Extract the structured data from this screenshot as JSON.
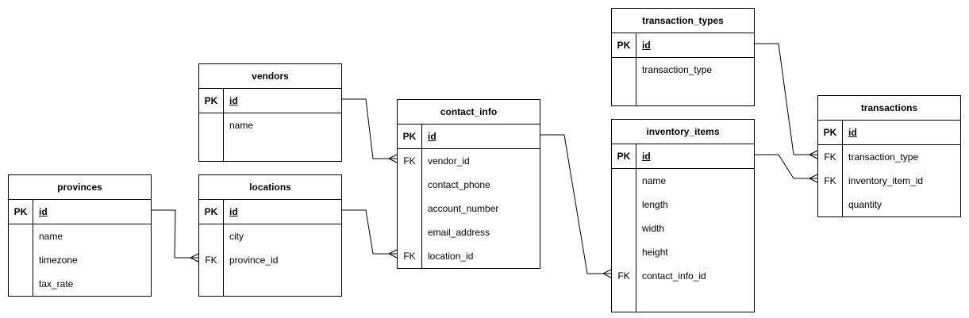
{
  "entities": [
    {
      "id": "provinces",
      "title": "provinces",
      "rows": [
        {
          "key": "PK",
          "name": "id",
          "pk": true
        },
        {
          "key": "",
          "name": "name"
        },
        {
          "key": "",
          "name": "timezone"
        },
        {
          "key": "",
          "name": "tax_rate"
        }
      ]
    },
    {
      "id": "locations",
      "title": "locations",
      "rows": [
        {
          "key": "PK",
          "name": "id",
          "pk": true
        },
        {
          "key": "",
          "name": "city"
        },
        {
          "key": "FK",
          "name": "province_id"
        },
        {
          "key": "",
          "name": ""
        }
      ]
    },
    {
      "id": "vendors",
      "title": "vendors",
      "rows": [
        {
          "key": "PK",
          "name": "id",
          "pk": true
        },
        {
          "key": "",
          "name": "name"
        },
        {
          "key": "",
          "name": ""
        }
      ]
    },
    {
      "id": "contact_info",
      "title": "contact_info",
      "rows": [
        {
          "key": "PK",
          "name": "id",
          "pk": true
        },
        {
          "key": "FK",
          "name": "vendor_id"
        },
        {
          "key": "",
          "name": "contact_phone"
        },
        {
          "key": "",
          "name": "account_number"
        },
        {
          "key": "",
          "name": "email_address"
        },
        {
          "key": "FK",
          "name": "location_id"
        }
      ]
    },
    {
      "id": "transaction_types",
      "title": "transaction_types",
      "rows": [
        {
          "key": "PK",
          "name": "id",
          "pk": true
        },
        {
          "key": "",
          "name": "transaction_type"
        },
        {
          "key": "",
          "name": ""
        }
      ]
    },
    {
      "id": "inventory_items",
      "title": "inventory_items",
      "rows": [
        {
          "key": "PK",
          "name": "id",
          "pk": true
        },
        {
          "key": "",
          "name": "name"
        },
        {
          "key": "",
          "name": "length"
        },
        {
          "key": "",
          "name": "width"
        },
        {
          "key": "",
          "name": "height"
        },
        {
          "key": "FK",
          "name": "contact_info_id"
        },
        {
          "key": "",
          "name": ""
        }
      ]
    },
    {
      "id": "transactions",
      "title": "transactions",
      "rows": [
        {
          "key": "PK",
          "name": "id",
          "pk": true
        },
        {
          "key": "FK",
          "name": "transaction_type"
        },
        {
          "key": "FK",
          "name": "inventory_item_id"
        },
        {
          "key": "",
          "name": "quantity"
        }
      ]
    }
  ],
  "relationships": [
    {
      "from": "provinces",
      "from_row": 0,
      "to": "locations",
      "to_row": 2,
      "cardinality": "one-to-many"
    },
    {
      "from": "vendors",
      "from_row": 0,
      "to": "contact_info",
      "to_row": 1,
      "cardinality": "one-to-many"
    },
    {
      "from": "locations",
      "from_row": 0,
      "to": "contact_info",
      "to_row": 5,
      "cardinality": "one-to-many"
    },
    {
      "from": "contact_info",
      "from_row": 0,
      "to": "inventory_items",
      "to_row": 5,
      "cardinality": "one-to-many"
    },
    {
      "from": "transaction_types",
      "from_row": 0,
      "to": "transactions",
      "to_row": 1,
      "cardinality": "one-to-many"
    },
    {
      "from": "inventory_items",
      "from_row": 0,
      "to": "transactions",
      "to_row": 2,
      "cardinality": "one-to-many"
    }
  ]
}
